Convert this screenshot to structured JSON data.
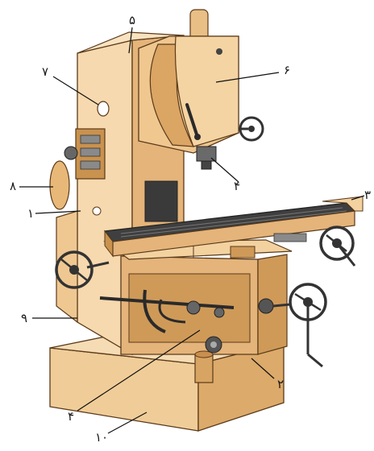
{
  "labels": {
    "l1": "۱",
    "l2": "۲",
    "l3": "۳",
    "l4": "۴",
    "l5": "۵",
    "l6": "۶",
    "l7": "۷",
    "l8": "۸",
    "l9": "۹",
    "l10": "۱۰"
  },
  "colors": {
    "body_light": "#f6d9ae",
    "body_mid": "#e9bf85",
    "body_dark": "#c9924e",
    "outline": "#5a3a1a",
    "table_top": "#3f3f3f",
    "metal": "#8a8a8a",
    "leader": "#111111"
  }
}
